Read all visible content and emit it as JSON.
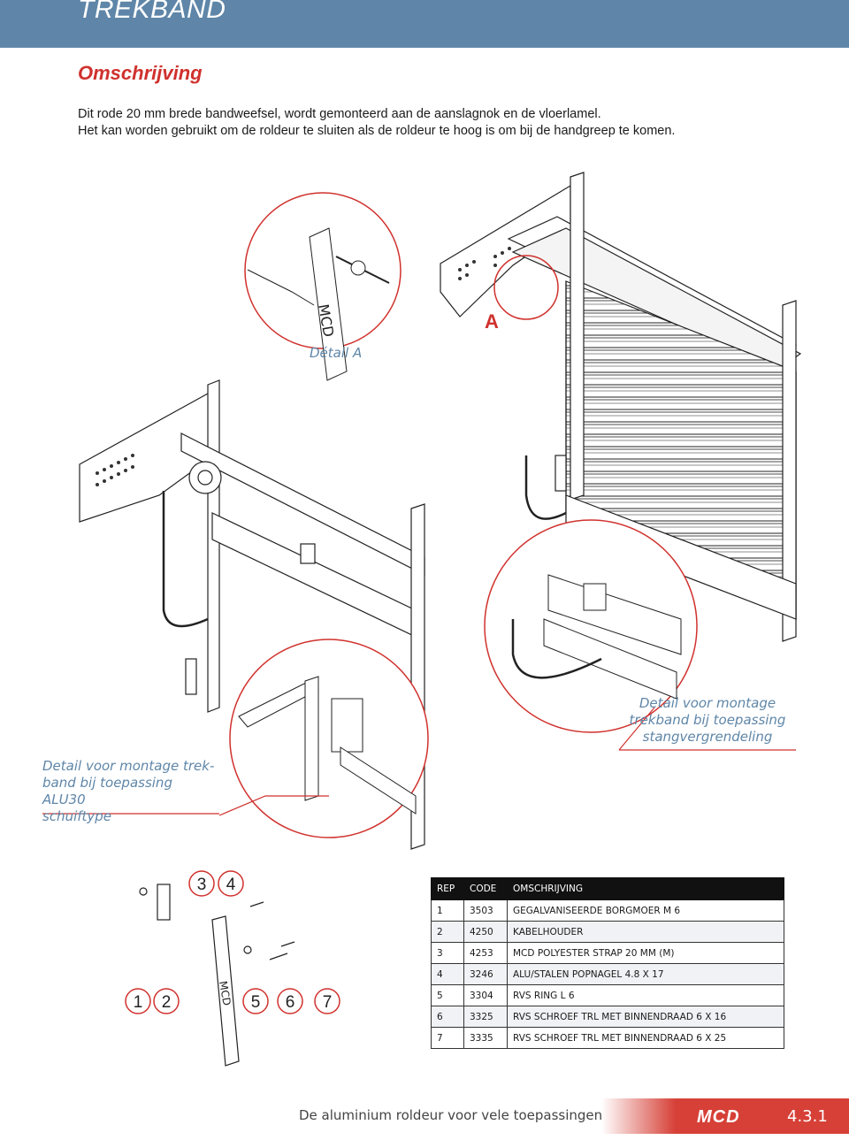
{
  "header": {
    "title": "TREKBAND"
  },
  "section": {
    "title": "Omschrijving"
  },
  "description": {
    "line1": "Dit rode 20 mm brede bandweefsel, wordt gemonteerd aan de aanslagnok en de vloerlamel.",
    "line2": "Het kan worden gebruikt om de roldeur te sluiten als de roldeur te hoog is om bij de handgreep te komen."
  },
  "figure": {
    "detail_a_caption": "Détail A",
    "marker_a": "A",
    "caption_left": "Detail voor montage trek-band bij toepassing ALU30 schuiftype",
    "caption_left_lines": [
      "Detail voor montage trek-",
      "band bij toepassing ALU30",
      "schuiftype"
    ],
    "caption_right_lines": [
      "Detail voor montage",
      "trekband bij toepassing",
      "stangvergrendeling"
    ],
    "strap_logo": "MCD",
    "part_numbers": [
      "1",
      "2",
      "3",
      "4",
      "5",
      "6",
      "7"
    ]
  },
  "parts_table": {
    "headers": [
      "REP",
      "CODE",
      "OMSCHRIJVING"
    ],
    "rows": [
      {
        "rep": "1",
        "code": "3503",
        "desc": "GEGALVANISEERDE BORGMOER M 6"
      },
      {
        "rep": "2",
        "code": "4250",
        "desc": "KABELHOUDER"
      },
      {
        "rep": "3",
        "code": "4253",
        "desc": "MCD POLYESTER STRAP 20 MM (M)"
      },
      {
        "rep": "4",
        "code": "3246",
        "desc": "ALU/STALEN POPNAGEL 4.8 X 17"
      },
      {
        "rep": "5",
        "code": "3304",
        "desc": "RVS RING L 6"
      },
      {
        "rep": "6",
        "code": "3325",
        "desc": "RVS SCHROEF TRL MET BINNENDRAAD 6 X 16"
      },
      {
        "rep": "7",
        "code": "3335",
        "desc": "RVS SCHROEF TRL MET BINNENDRAAD 6 X 25"
      }
    ]
  },
  "footer": {
    "tagline": "De aluminium roldeur voor vele toepassingen",
    "logo": "MCD",
    "page": "4.3.1"
  },
  "colors": {
    "header_bg": "#5f86a8",
    "accent_red": "#d0312d",
    "caption_blue": "#5f86a8"
  }
}
